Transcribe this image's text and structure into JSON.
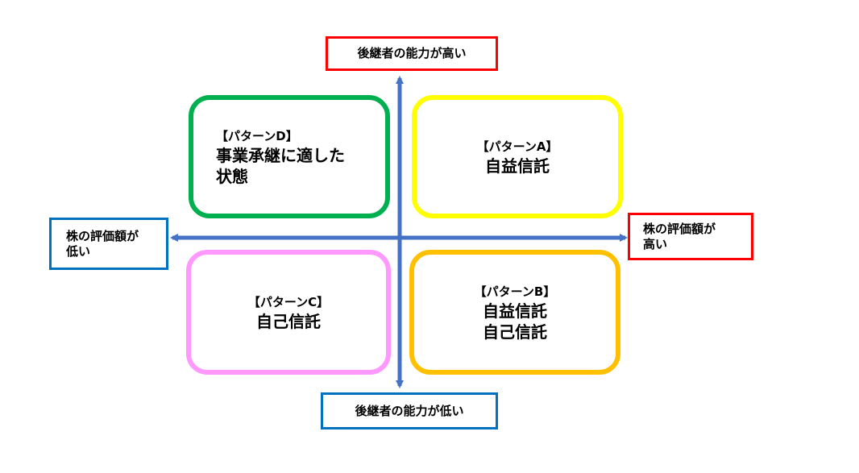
{
  "axis_labels": {
    "top": "後継者の能力が高い",
    "bottom": "後継者の能力が低い",
    "left": [
      "株の評価額が",
      "低い"
    ],
    "right": [
      "株の評価額が",
      "高い"
    ]
  },
  "quadrants": {
    "d": {
      "title": "【パターンD】",
      "body": [
        "事業承継に適した",
        "状態"
      ]
    },
    "a": {
      "title": "【パターンA】",
      "body": [
        "自益信託"
      ]
    },
    "c": {
      "title": "【パターンC】",
      "body": [
        "自己信託"
      ]
    },
    "b": {
      "title": "【パターンB】",
      "body": [
        "自益信託",
        "自己信託"
      ]
    }
  },
  "colors": {
    "axis": "#4472c4",
    "pattern_d": "#00b050",
    "pattern_a": "#ffff00",
    "pattern_c": "#ff99ff",
    "pattern_b": "#ffc000",
    "label_high": "#ff0000",
    "label_low": "#0070c0"
  }
}
